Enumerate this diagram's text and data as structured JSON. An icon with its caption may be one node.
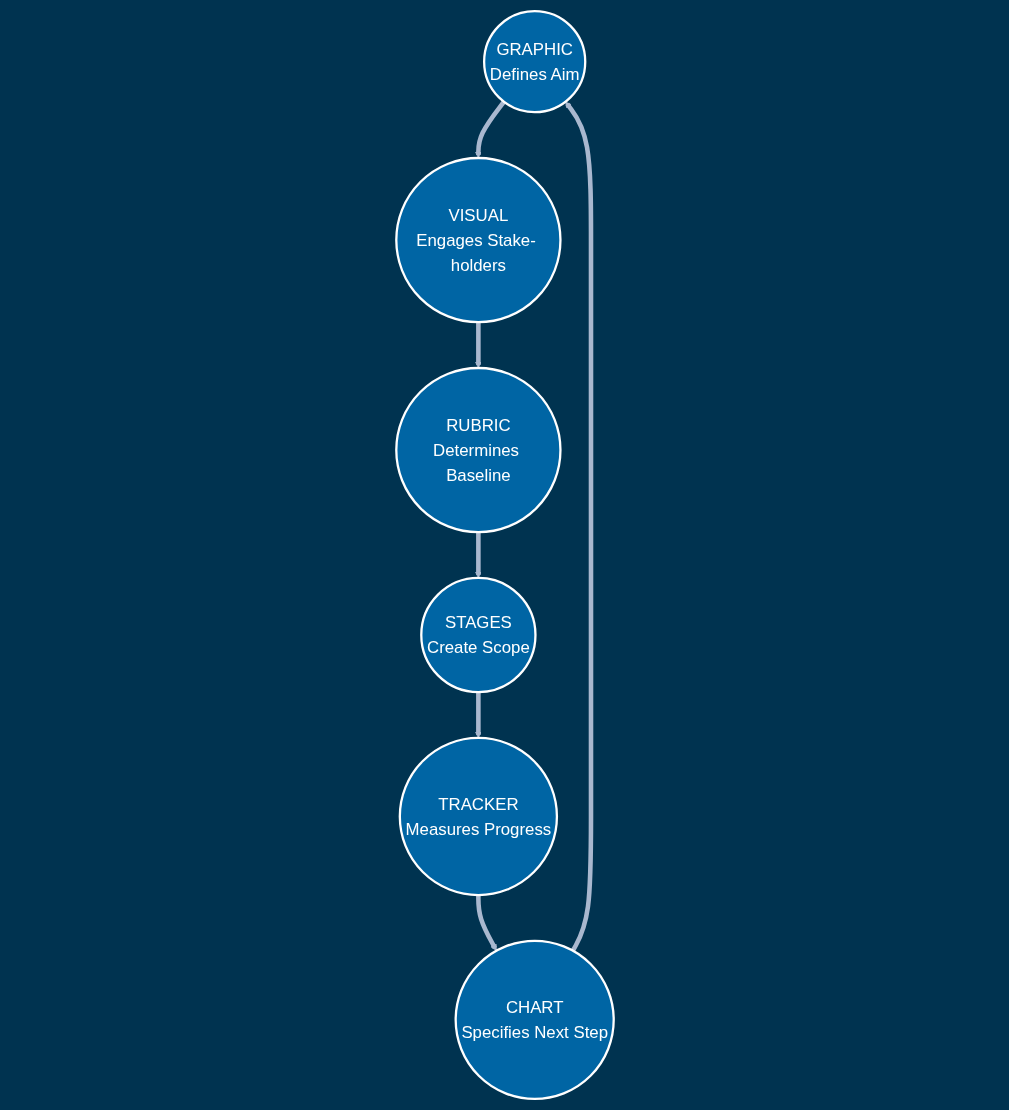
{
  "diagram": {
    "nodes": [
      {
        "text": [
          "GRAPHIC",
          "Defines Aim"
        ]
      },
      {
        "text": [
          "VISUAL",
          "Engages Stake- holders"
        ]
      },
      {
        "text": [
          "RUBRIC",
          "Determines Baseline"
        ]
      },
      {
        "text": [
          "STAGES",
          "Create Scope"
        ]
      },
      {
        "text": [
          "TRACKER",
          "Measures Progress"
        ]
      },
      {
        "text": [
          "CHART",
          "Specifies Next Step"
        ]
      }
    ],
    "edges": [
      {
        "from": 0,
        "to": 1,
        "arrow": "to"
      },
      {
        "from": 1,
        "to": 2,
        "arrow": "to"
      },
      {
        "from": 2,
        "to": 3,
        "arrow": "to"
      },
      {
        "from": 3,
        "to": 4,
        "arrow": "to"
      },
      {
        "from": 4,
        "to": 5,
        "arrow": "to"
      },
      {
        "from": 5,
        "to": 0,
        "arrow": "to"
      }
    ]
  }
}
